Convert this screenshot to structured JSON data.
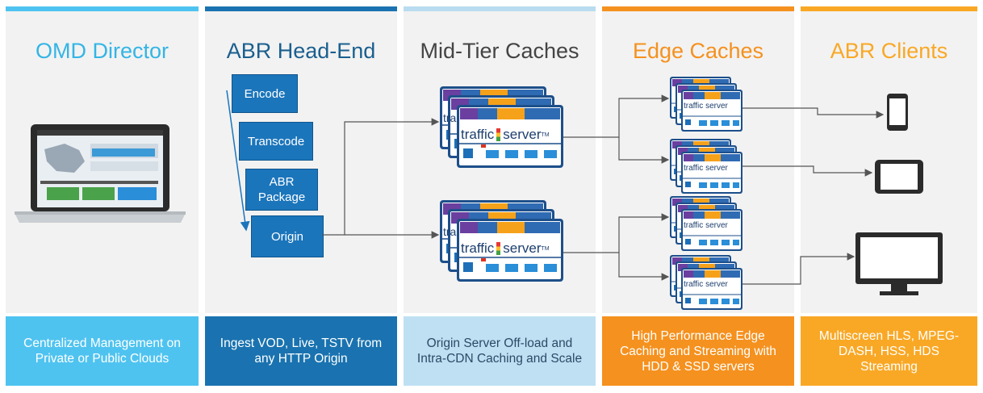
{
  "columns": [
    {
      "title": "OMD Director",
      "footer": "Centralized Management on Private or Public Clouds",
      "accent": "#4fc3f0"
    },
    {
      "title": "ABR Head-End",
      "footer": "Ingest VOD, Live, TSTV from any HTTP Origin",
      "accent": "#1a73b0"
    },
    {
      "title": "Mid-Tier Caches",
      "footer": "Origin Server Off-load and Intra-CDN Caching and Scale",
      "accent": "#bfe0f3"
    },
    {
      "title": "Edge Caches",
      "footer": "High Performance Edge Caching and Streaming with HDD & SSD servers",
      "accent": "#f5911e"
    },
    {
      "title": "ABR Clients",
      "footer": "Multiscreen HLS, MPEG-DASH, HSS, HDS Streaming",
      "accent": "#f9a825"
    }
  ],
  "headend_steps": [
    "Encode",
    "Transcode",
    "ABR\nPackage",
    "Origin"
  ],
  "server_label": {
    "left": "traffic",
    "right": "server",
    "tm": "TM",
    "partial": "tra"
  },
  "icons": {
    "laptop": "laptop-icon",
    "phone": "smartphone-icon",
    "tablet": "tablet-icon",
    "monitor": "monitor-icon",
    "server": "server-icon"
  }
}
